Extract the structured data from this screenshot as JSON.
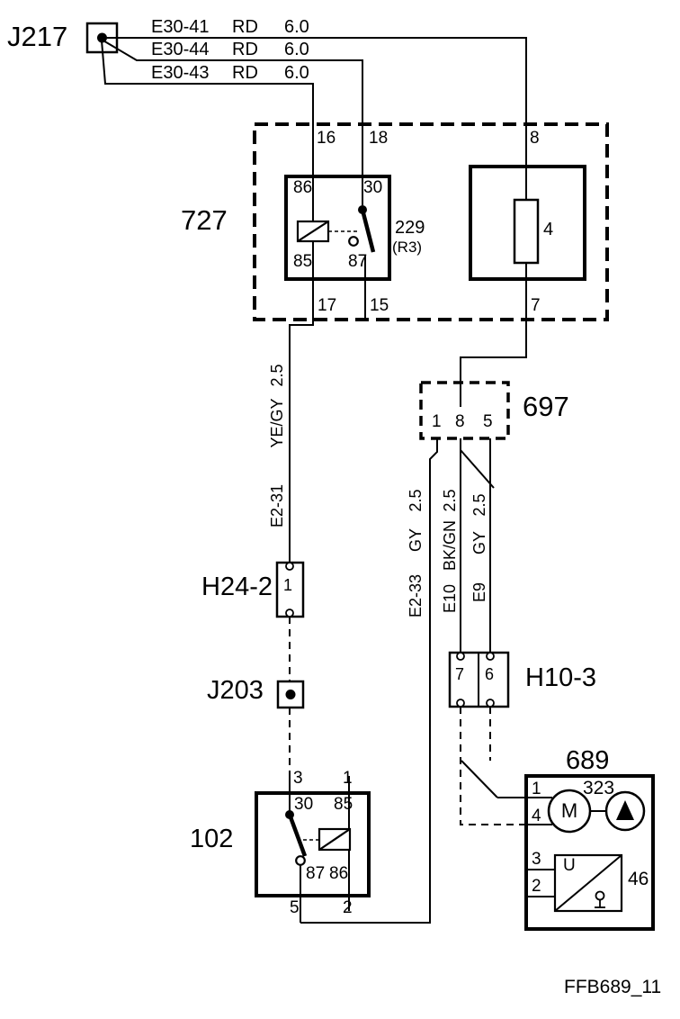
{
  "footer": "FFB689_11",
  "j217": {
    "label": "J217"
  },
  "feed_wires": [
    {
      "id": "E30-41",
      "color": "RD",
      "size": "6.0"
    },
    {
      "id": "E30-44",
      "color": "RD",
      "size": "6.0"
    },
    {
      "id": "E30-43",
      "color": "RD",
      "size": "6.0"
    }
  ],
  "box727": {
    "label": "727",
    "pins_top": [
      "16",
      "18",
      "8"
    ],
    "pins_bottom": [
      "17",
      "15",
      "7"
    ],
    "relay": {
      "label": "229",
      "sub": "(R3)",
      "t_86": "86",
      "t_30": "30",
      "t_85": "85",
      "t_87": "87"
    },
    "fuse": {
      "label": "4"
    }
  },
  "wire_e2_31": {
    "id": "E2-31",
    "color": "YE/GY",
    "size": "2.5"
  },
  "conn697": {
    "label": "697",
    "pins": [
      "1",
      "8",
      "5"
    ]
  },
  "wire_e2_33": {
    "id": "E2-33",
    "color": "GY",
    "size": "2.5"
  },
  "wire_e10": {
    "id": "E10",
    "color": "BK/GN",
    "size": "2.5"
  },
  "wire_e9": {
    "id": "E9",
    "color": "GY",
    "size": "2.5"
  },
  "connH24_2": {
    "label": "H24-2",
    "pin": "1"
  },
  "j203": {
    "label": "J203"
  },
  "comp102": {
    "label": "102",
    "pins_top": [
      "3",
      "1"
    ],
    "t_30": "30",
    "t_85": "85",
    "t_87": "87",
    "t_86": "86",
    "pins_bottom": [
      "5",
      "2"
    ]
  },
  "connH10_3": {
    "label": "H10-3",
    "pins": [
      "7",
      "6"
    ]
  },
  "comp689": {
    "label": "689",
    "pins_left": [
      "1",
      "4",
      "3",
      "2"
    ],
    "motor": "M",
    "pump_label": "323",
    "sensor": {
      "u": "U",
      "label": "46"
    }
  },
  "line_color": "#000000"
}
